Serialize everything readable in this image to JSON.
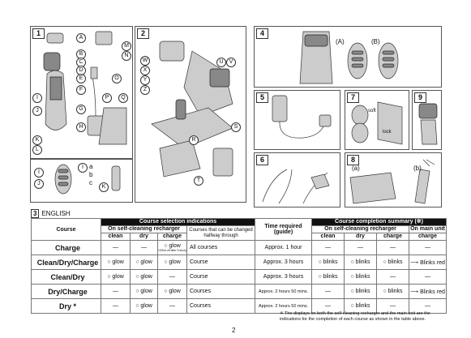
{
  "panels": {
    "p1": {
      "num": "1",
      "labels": [
        "A",
        "M",
        "N",
        "B",
        "C",
        "D",
        "E",
        "F",
        "O",
        "G",
        "P",
        "Q",
        "H",
        "I",
        "J",
        "K",
        "L"
      ],
      "tail": [
        "a",
        "b",
        "c"
      ]
    },
    "p2": {
      "num": "2",
      "labels": [
        "W",
        "X",
        "Y",
        "Z",
        "U",
        "V",
        "S",
        "R",
        "T"
      ]
    },
    "p3": {
      "num": "3",
      "title": "ENGLISH"
    },
    "p4": {
      "num": "4",
      "caption_a": "(A)",
      "caption_b": "(B)"
    },
    "p5": {
      "num": "5"
    },
    "p6": {
      "num": "6"
    },
    "p7": {
      "num": "7",
      "soft": "soft",
      "lock": "lock"
    },
    "p8": {
      "num": "8",
      "caption_a": "(a)",
      "caption_b": "(b)"
    },
    "p9": {
      "num": "9"
    }
  },
  "table": {
    "header_left": "Course selection indications",
    "header_right": "Course completion summary (※)",
    "course_col": "Course",
    "self_clean": "On self-cleaning recharger",
    "halfway": "Courses that can be changed halfway through",
    "time": "Time required (guide)",
    "main_unit": "On main unit",
    "cols": {
      "clean": "clean",
      "dry": "dry",
      "charge": "charge"
    },
    "rows": [
      {
        "course": "Charge",
        "clean": "—",
        "dry": "—",
        "charge": "○ glow",
        "charge_note": "*(Shut off after 5 secs)",
        "halfway": "All courses",
        "time": "Approx. 1 hour",
        "s_clean": "—",
        "s_dry": "—",
        "s_charge": "—",
        "main": "—"
      },
      {
        "course": "Clean/Dry/Charge",
        "clean": "○ glow",
        "dry": "○ glow",
        "charge": "○ glow",
        "charge_note": "",
        "halfway": "Course",
        "time": "Approx. 3 hours",
        "s_clean": "○ blinks",
        "s_dry": "○ blinks",
        "s_charge": "○ blinks",
        "main": "⟶ Blinks red"
      },
      {
        "course": "Clean/Dry",
        "clean": "○ glow",
        "dry": "○ glow",
        "charge": "—",
        "charge_note": "",
        "halfway": "Course",
        "time": "Approx. 3 hours",
        "s_clean": "○ blinks",
        "s_dry": "○ blinks",
        "s_charge": "—",
        "main": "—"
      },
      {
        "course": "Dry/Charge",
        "clean": "—",
        "dry": "○ glow",
        "charge": "○ glow",
        "charge_note": "",
        "halfway": "Courses",
        "time": "Approx. 2 hours 50 mins.",
        "s_clean": "—",
        "s_dry": "○ blinks",
        "s_charge": "○ blinks",
        "main": "⟶ Blinks red"
      },
      {
        "course": "Dry *",
        "clean": "—",
        "dry": "○ glow",
        "charge": "—",
        "charge_note": "",
        "halfway": "Courses",
        "time": "Approx. 2 hours 50 mins.",
        "s_clean": "—",
        "s_dry": "○ blinks",
        "s_charge": "—",
        "main": "—"
      }
    ]
  },
  "note": "※ The displays on both the self-cleaning recharger and the main unit are the indications for the completion of each course as shown in the table above.",
  "page_number": "2"
}
